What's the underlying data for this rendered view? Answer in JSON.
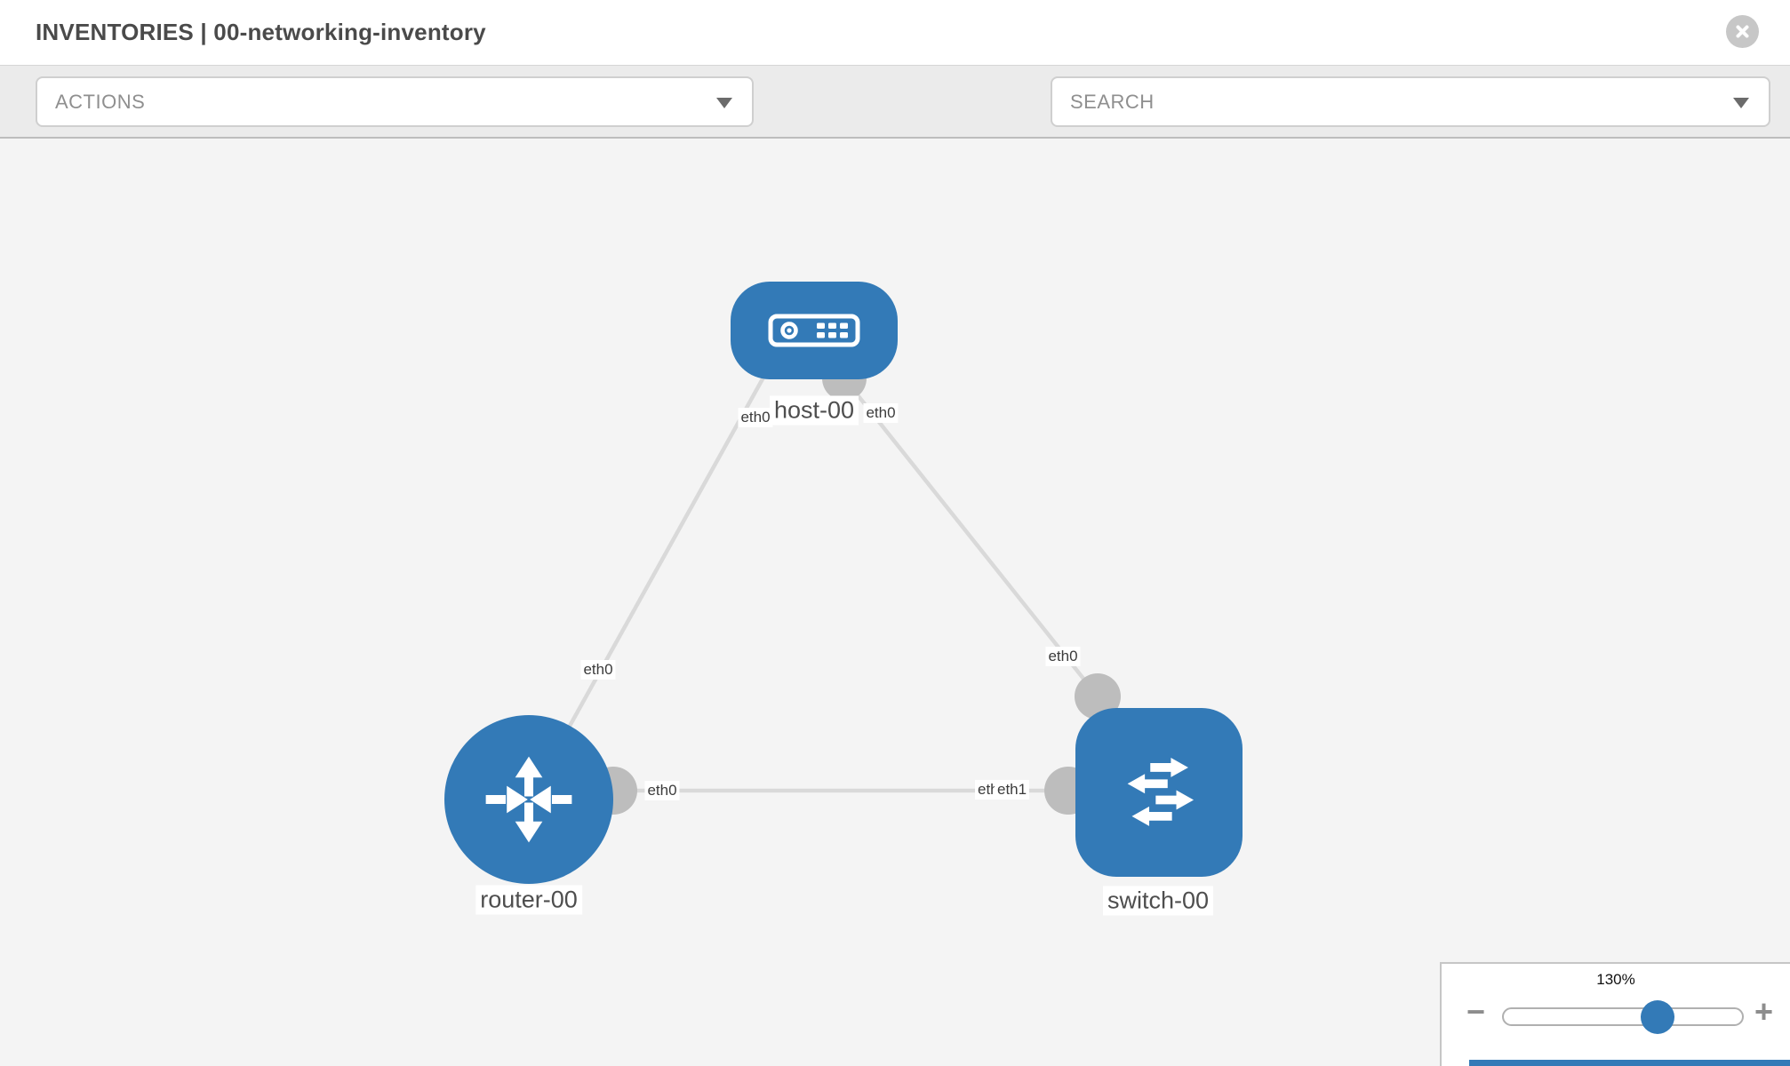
{
  "header": {
    "title": "INVENTORIES | 00-networking-inventory"
  },
  "toolbar": {
    "actions_label": "ACTIONS",
    "search_label": "SEARCH"
  },
  "topology": {
    "nodes": [
      {
        "type": "host",
        "label": "host-00"
      },
      {
        "type": "router",
        "label": "router-00"
      },
      {
        "type": "switch",
        "label": "switch-00"
      }
    ],
    "interface_labels": [
      "eth0",
      "eth0",
      "eth0",
      "eth0",
      "eth0",
      "eth0",
      "eth1"
    ]
  },
  "zoom_control": {
    "level": "130%",
    "zoom_out": "−",
    "zoom_in": "+"
  },
  "colors": {
    "node_blue": "#337ab7",
    "link_gray": "#d9d9d9",
    "interface_gray": "#bdbdbd",
    "canvas_bg": "#f4f4f4"
  }
}
